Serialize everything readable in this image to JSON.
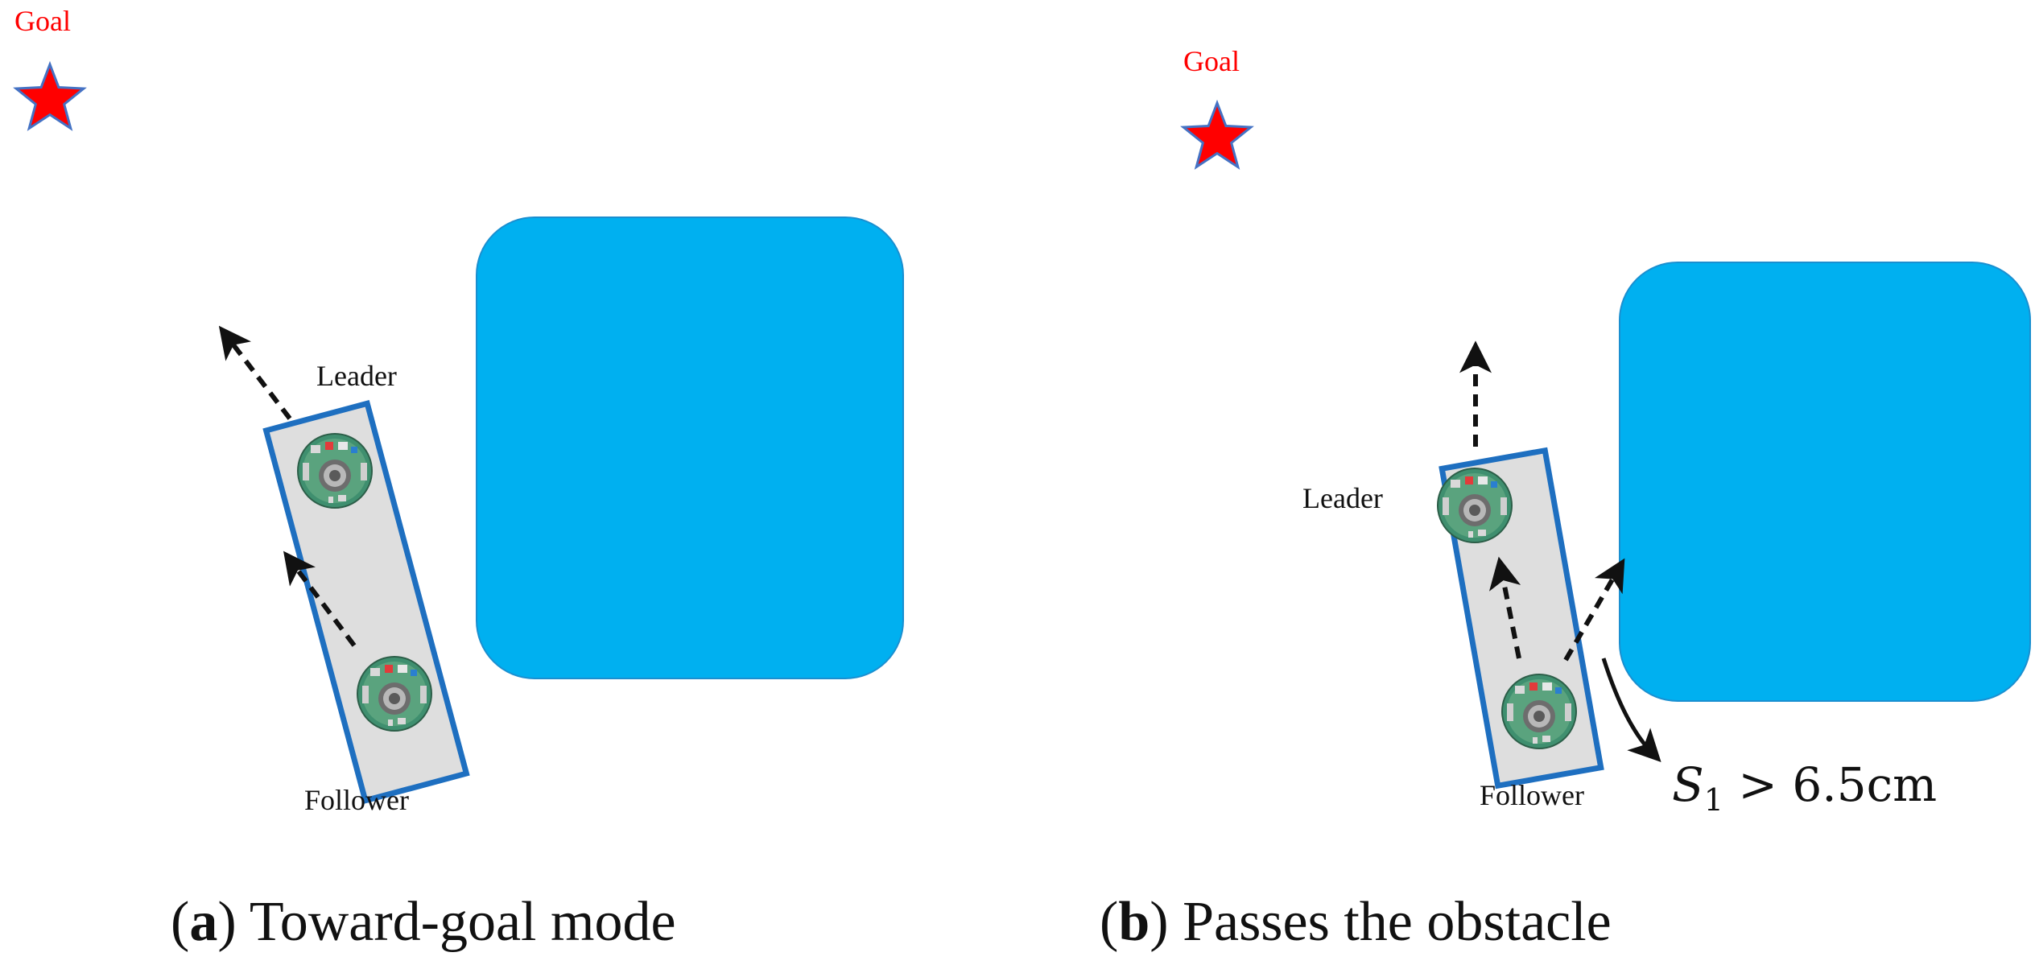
{
  "panels": [
    {
      "id": "a",
      "goal_label": "Goal",
      "leader_label": "Leader",
      "follower_label": "Follower",
      "caption_letter": "a",
      "caption_text": "Toward-goal mode"
    },
    {
      "id": "b",
      "goal_label": "Goal",
      "leader_label": "Leader",
      "follower_label": "Follower",
      "caption_letter": "b",
      "caption_text": "Passes the obstacle",
      "condition_symbol": "S",
      "condition_subscript": "1",
      "condition_relation": " > 6.5cm"
    }
  ],
  "colors": {
    "obstacle": "#00b0f0",
    "obstacle_stroke": "#1a8fd0",
    "star": "#ff0000",
    "star_stroke": "#4472c4",
    "formation_frame": "#1e6fc0",
    "formation_fill": "#dedede",
    "goal_text": "#ff0000"
  },
  "icons": [
    "star-icon",
    "robot-icon",
    "arrow-icon"
  ]
}
